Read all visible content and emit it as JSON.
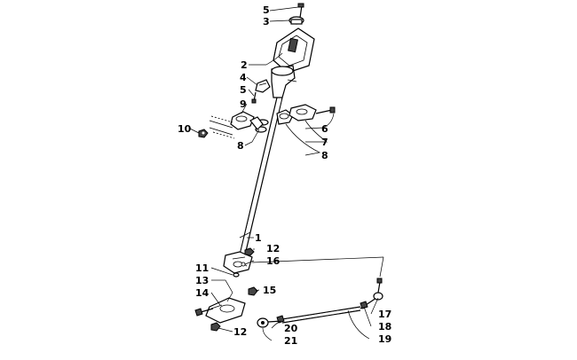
{
  "callouts": {
    "c5_top": "5",
    "c3": "3",
    "c2": "2",
    "c4": "4",
    "c5_mid": "5",
    "c9": "9",
    "c10": "10",
    "c8_left": "8",
    "c6": "6",
    "c7": "7",
    "c8_right": "8",
    "c1": "1",
    "c12_upper": "12",
    "c16": "16",
    "c11": "11",
    "c13": "13",
    "c14": "14",
    "c15": "15",
    "c12_lower": "12",
    "c17": "17",
    "c18": "18",
    "c19": "19",
    "c20": "20",
    "c21": "21"
  }
}
